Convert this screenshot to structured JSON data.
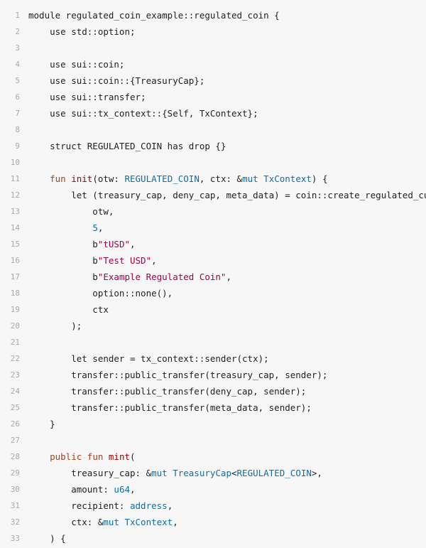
{
  "code": {
    "lines": [
      {
        "n": "1",
        "tokens": [
          {
            "t": "module regulated_coin_example::regulated_coin {",
            "c": ""
          }
        ]
      },
      {
        "n": "2",
        "tokens": [
          {
            "t": "    use std::option;",
            "c": ""
          }
        ]
      },
      {
        "n": "3",
        "tokens": [
          {
            "t": "",
            "c": ""
          }
        ]
      },
      {
        "n": "4",
        "tokens": [
          {
            "t": "    use sui::coin;",
            "c": ""
          }
        ]
      },
      {
        "n": "5",
        "tokens": [
          {
            "t": "    use sui::coin::{TreasuryCap};",
            "c": ""
          }
        ]
      },
      {
        "n": "6",
        "tokens": [
          {
            "t": "    use sui::transfer;",
            "c": ""
          }
        ]
      },
      {
        "n": "7",
        "tokens": [
          {
            "t": "    use sui::tx_context::{Self, TxContext};",
            "c": ""
          }
        ]
      },
      {
        "n": "8",
        "tokens": [
          {
            "t": "",
            "c": ""
          }
        ]
      },
      {
        "n": "9",
        "tokens": [
          {
            "t": "    struct REGULATED_COIN has drop {}",
            "c": ""
          }
        ]
      },
      {
        "n": "10",
        "tokens": [
          {
            "t": "",
            "c": ""
          }
        ]
      },
      {
        "n": "11",
        "tokens": [
          {
            "t": "    ",
            "c": ""
          },
          {
            "t": "fun",
            "c": "t-kw"
          },
          {
            "t": " ",
            "c": ""
          },
          {
            "t": "init",
            "c": "t-fn"
          },
          {
            "t": "(otw: ",
            "c": ""
          },
          {
            "t": "REGULATED_COIN",
            "c": "t-type"
          },
          {
            "t": ", ctx: &",
            "c": ""
          },
          {
            "t": "mut",
            "c": "t-mut"
          },
          {
            "t": " ",
            "c": ""
          },
          {
            "t": "TxContext",
            "c": "t-type"
          },
          {
            "t": ") {",
            "c": ""
          }
        ]
      },
      {
        "n": "12",
        "tokens": [
          {
            "t": "        let (treasury_cap, deny_cap, meta_data) = coin::create_regulated_currency(",
            "c": ""
          }
        ]
      },
      {
        "n": "13",
        "tokens": [
          {
            "t": "            otw,",
            "c": ""
          }
        ]
      },
      {
        "n": "14",
        "tokens": [
          {
            "t": "            ",
            "c": ""
          },
          {
            "t": "5",
            "c": "t-num"
          },
          {
            "t": ",",
            "c": ""
          }
        ]
      },
      {
        "n": "15",
        "tokens": [
          {
            "t": "            b",
            "c": ""
          },
          {
            "t": "\"tUSD\"",
            "c": "t-str"
          },
          {
            "t": ",",
            "c": ""
          }
        ]
      },
      {
        "n": "16",
        "tokens": [
          {
            "t": "            b",
            "c": ""
          },
          {
            "t": "\"Test USD\"",
            "c": "t-str"
          },
          {
            "t": ",",
            "c": ""
          }
        ]
      },
      {
        "n": "17",
        "tokens": [
          {
            "t": "            b",
            "c": ""
          },
          {
            "t": "\"Example Regulated Coin\"",
            "c": "t-str"
          },
          {
            "t": ",",
            "c": ""
          }
        ]
      },
      {
        "n": "18",
        "tokens": [
          {
            "t": "            option::none(),",
            "c": ""
          }
        ]
      },
      {
        "n": "19",
        "tokens": [
          {
            "t": "            ctx",
            "c": ""
          }
        ]
      },
      {
        "n": "20",
        "tokens": [
          {
            "t": "        );",
            "c": ""
          }
        ]
      },
      {
        "n": "21",
        "tokens": [
          {
            "t": "",
            "c": ""
          }
        ]
      },
      {
        "n": "22",
        "tokens": [
          {
            "t": "        let sender = tx_context::sender(ctx);",
            "c": ""
          }
        ]
      },
      {
        "n": "23",
        "tokens": [
          {
            "t": "        transfer::public_transfer(treasury_cap, sender);",
            "c": ""
          }
        ]
      },
      {
        "n": "24",
        "tokens": [
          {
            "t": "        transfer::public_transfer(deny_cap, sender);",
            "c": ""
          }
        ]
      },
      {
        "n": "25",
        "tokens": [
          {
            "t": "        transfer::public_transfer(meta_data, sender);",
            "c": ""
          }
        ]
      },
      {
        "n": "26",
        "tokens": [
          {
            "t": "    }",
            "c": ""
          }
        ]
      },
      {
        "n": "27",
        "tokens": [
          {
            "t": "",
            "c": ""
          }
        ]
      },
      {
        "n": "28",
        "tokens": [
          {
            "t": "    ",
            "c": ""
          },
          {
            "t": "public",
            "c": "t-kw"
          },
          {
            "t": " ",
            "c": ""
          },
          {
            "t": "fun",
            "c": "t-kw"
          },
          {
            "t": " ",
            "c": ""
          },
          {
            "t": "mint",
            "c": "t-fn"
          },
          {
            "t": "(",
            "c": ""
          }
        ]
      },
      {
        "n": "29",
        "tokens": [
          {
            "t": "        treasury_cap: &",
            "c": ""
          },
          {
            "t": "mut",
            "c": "t-mut"
          },
          {
            "t": " ",
            "c": ""
          },
          {
            "t": "TreasuryCap",
            "c": "t-type"
          },
          {
            "t": "<",
            "c": ""
          },
          {
            "t": "REGULATED_COIN",
            "c": "t-type"
          },
          {
            "t": ">,",
            "c": ""
          }
        ]
      },
      {
        "n": "30",
        "tokens": [
          {
            "t": "        amount: ",
            "c": ""
          },
          {
            "t": "u64",
            "c": "t-type"
          },
          {
            "t": ",",
            "c": ""
          }
        ]
      },
      {
        "n": "31",
        "tokens": [
          {
            "t": "        recipient: ",
            "c": ""
          },
          {
            "t": "address",
            "c": "t-type"
          },
          {
            "t": ",",
            "c": ""
          }
        ]
      },
      {
        "n": "32",
        "tokens": [
          {
            "t": "        ctx: &",
            "c": ""
          },
          {
            "t": "mut",
            "c": "t-mut"
          },
          {
            "t": " ",
            "c": ""
          },
          {
            "t": "TxContext",
            "c": "t-type"
          },
          {
            "t": ",",
            "c": ""
          }
        ]
      },
      {
        "n": "33",
        "tokens": [
          {
            "t": "    ) {",
            "c": ""
          }
        ]
      }
    ]
  }
}
